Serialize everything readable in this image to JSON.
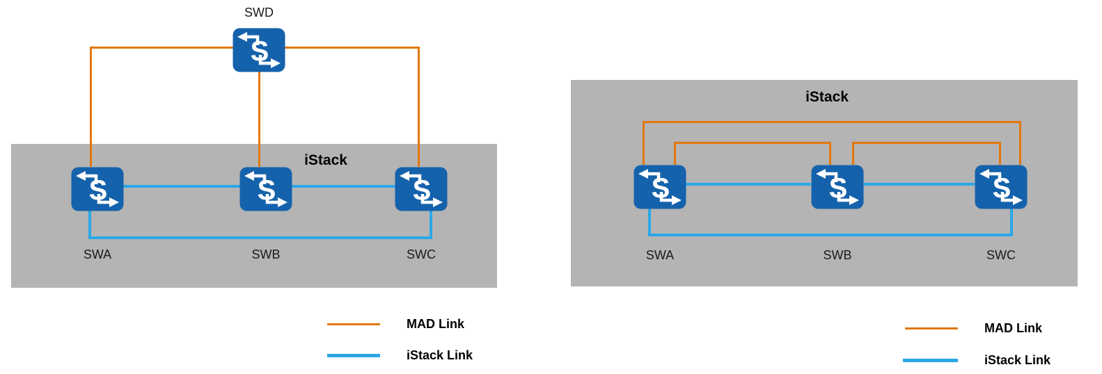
{
  "colors": {
    "mad_link": "#E2770D",
    "istack_link": "#2AA7E8",
    "stack_box": "#B4B4B4",
    "switch_fill": "#1562AC"
  },
  "icons": {
    "switch_letter": "S"
  },
  "left_diagram": {
    "top_switch_label": "SWD",
    "stack_label": "iStack",
    "member_labels": [
      "SWA",
      "SWB",
      "SWC"
    ],
    "legend": {
      "mad": "MAD Link",
      "istack": "iStack Link"
    }
  },
  "right_diagram": {
    "stack_label": "iStack",
    "member_labels": [
      "SWA",
      "SWB",
      "SWC"
    ],
    "legend": {
      "mad": "MAD Link",
      "istack": "iStack Link"
    }
  }
}
